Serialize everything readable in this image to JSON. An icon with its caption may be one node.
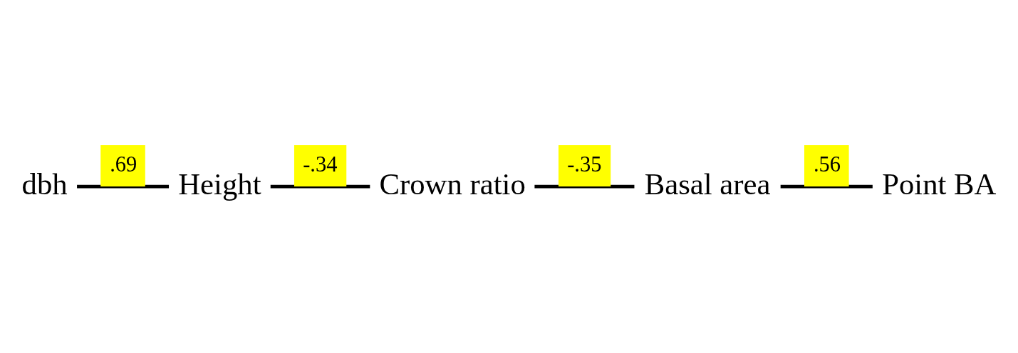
{
  "diagram": {
    "nodes": [
      {
        "text": [
          "dbh"
        ]
      },
      {
        "text": [
          "Height"
        ]
      },
      {
        "text": [
          "Crown ratio"
        ]
      },
      {
        "text": [
          "Basal area"
        ]
      },
      {
        "text": [
          "Point BA"
        ]
      }
    ],
    "edges": [
      {
        "from": 0,
        "to": 1,
        "arrow": "none",
        "label": ".69"
      },
      {
        "from": 1,
        "to": 2,
        "arrow": "none",
        "label": "-.34"
      },
      {
        "from": 2,
        "to": 3,
        "arrow": "none",
        "label": "-.35"
      },
      {
        "from": 3,
        "to": 4,
        "arrow": "none",
        "label": ".56"
      }
    ]
  }
}
